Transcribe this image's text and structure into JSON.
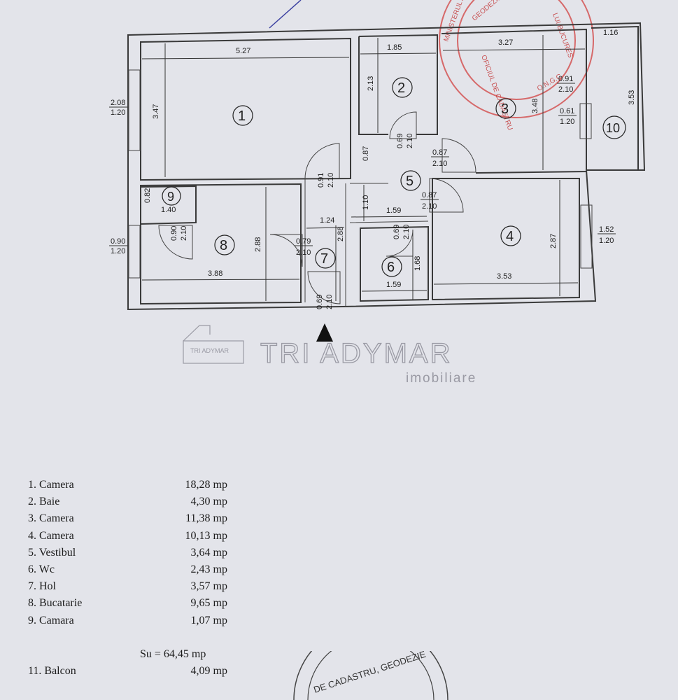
{
  "plan": {
    "rooms": [
      "1",
      "2",
      "3",
      "4",
      "5",
      "6",
      "7",
      "8",
      "9",
      "10"
    ],
    "dimensions": {
      "r1_w": "5.27",
      "r1_h": "3.47",
      "r2_w": "1.85",
      "r2_h": "2.13",
      "r3_w": "3.27",
      "r3_h": "3.48",
      "r4_w": "3.53",
      "r4_h": "2.87",
      "r5_w": "1.59",
      "r5_h": "1.10",
      "r6_w": "1.59",
      "r6_h": "1.68",
      "r7_w": "1.24",
      "r7_h": "2.88",
      "r8_w": "3.88",
      "r8_h": "2.88",
      "r9_w": "1.40",
      "r9_h": "0.82",
      "r10_w": "1.16",
      "r10_h": "3.53",
      "h_087": "0.87"
    },
    "openings": {
      "w1": [
        "2.08",
        "1.20"
      ],
      "w9": [
        "0.90",
        "1.20"
      ],
      "w4": [
        "1.52",
        "1.20"
      ],
      "w3": [
        "0.91",
        "2.10"
      ],
      "w3b": [
        "0.61",
        "1.20"
      ],
      "d2": [
        "0.69",
        "2.10"
      ],
      "d1": [
        "0.91",
        "2.10"
      ],
      "d3": [
        "0.87",
        "2.10"
      ],
      "d4": [
        "0.87",
        "2.10"
      ],
      "d9": [
        "0.90",
        "2.10"
      ],
      "d6": [
        "0.69",
        "2.10"
      ],
      "d8": [
        "0.79",
        "2.10"
      ],
      "d7": [
        "0.69",
        "2.10"
      ]
    },
    "stamp_lines": [
      "MINISTERUL ADMI",
      "GEODEZIE SI C",
      "OFICIUL DE CADASTRU",
      "LUI BUCURES",
      "O.N.G.C."
    ],
    "stamp_bottom": "DE CADASTRU, GEODEZIE",
    "watermark_logo": "TRI ADYMAR",
    "watermark_brand": "TRI ADYMAR",
    "watermark_sub": "imobiliare"
  },
  "legend": [
    {
      "name": "1. Camera",
      "area": "18,28 mp"
    },
    {
      "name": "2. Baie",
      "area": "4,30 mp"
    },
    {
      "name": "3. Camera",
      "area": "11,38 mp"
    },
    {
      "name": "4. Camera",
      "area": "10,13 mp"
    },
    {
      "name": "5. Vestibul",
      "area": "3,64 mp"
    },
    {
      "name": "6. Wc",
      "area": "2,43 mp"
    },
    {
      "name": "7. Hol",
      "area": "3,57 mp"
    },
    {
      "name": "8. Bucatarie",
      "area": "9,65 mp"
    },
    {
      "name": "9. Camara",
      "area": "1,07 mp"
    }
  ],
  "total": "Su = 64,45 mp",
  "balcony": {
    "name": "11. Balcon",
    "area": "4,09 mp"
  },
  "colors": {
    "paper": "#e3e4ea",
    "ink": "#222222",
    "stamp": "#d24a4a",
    "watermark": "#9a9aa4"
  }
}
